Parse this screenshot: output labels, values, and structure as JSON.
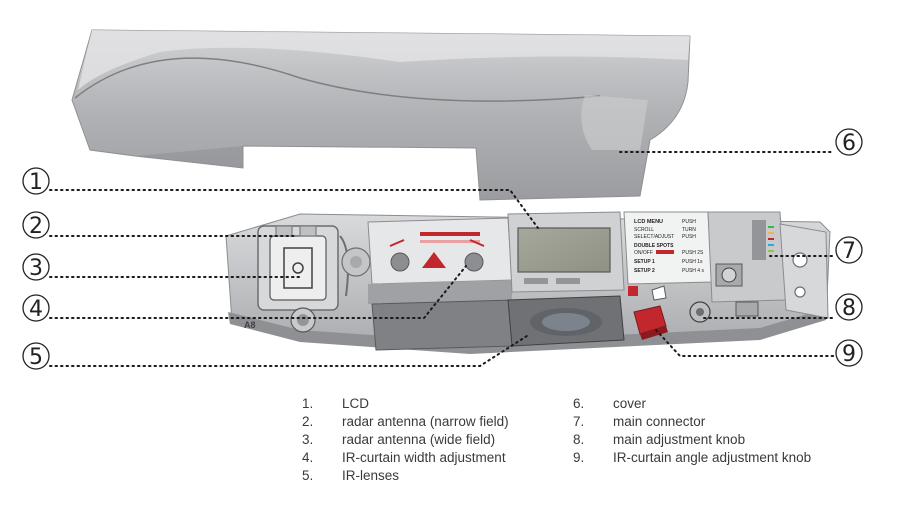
{
  "callouts": [
    "1",
    "2",
    "3",
    "4",
    "5",
    "6",
    "7",
    "8",
    "9"
  ],
  "legend_left": [
    {
      "num": "1.",
      "label": "LCD"
    },
    {
      "num": "2.",
      "label": "radar antenna (narrow field)"
    },
    {
      "num": "3.",
      "label": "radar antenna (wide field)"
    },
    {
      "num": "4.",
      "label": "IR-curtain width adjustment"
    },
    {
      "num": "5.",
      "label": "IR-lenses"
    }
  ],
  "legend_right": [
    {
      "num": "6.",
      "label": "cover"
    },
    {
      "num": "7.",
      "label": "main connector"
    },
    {
      "num": "8.",
      "label": "main adjustment knob"
    },
    {
      "num": "9.",
      "label": "IR-curtain angle adjustment knob"
    }
  ],
  "device_text": {
    "menu_title": "LCD MENU",
    "menu_scroll": "SCROLL",
    "menu_select": "SELECT/ADJUST",
    "menu_push": "PUSH",
    "menu_turn": "TURN",
    "menu_push2": "PUSH",
    "double_spots": "DOUBLE SPOTS",
    "on_off": "ON/OFF",
    "push_2s": "PUSH 2S",
    "setup1": "SETUP 1",
    "setup2": "SETUP 2",
    "push_1": "PUSH 1s",
    "push_4": "PUSH 4 s",
    "part_code": "A8"
  },
  "colors": {
    "cover": "#a7a9ac",
    "body": "#bcbec0",
    "dark": "#6d6e71",
    "accent_red": "#c1272d"
  }
}
